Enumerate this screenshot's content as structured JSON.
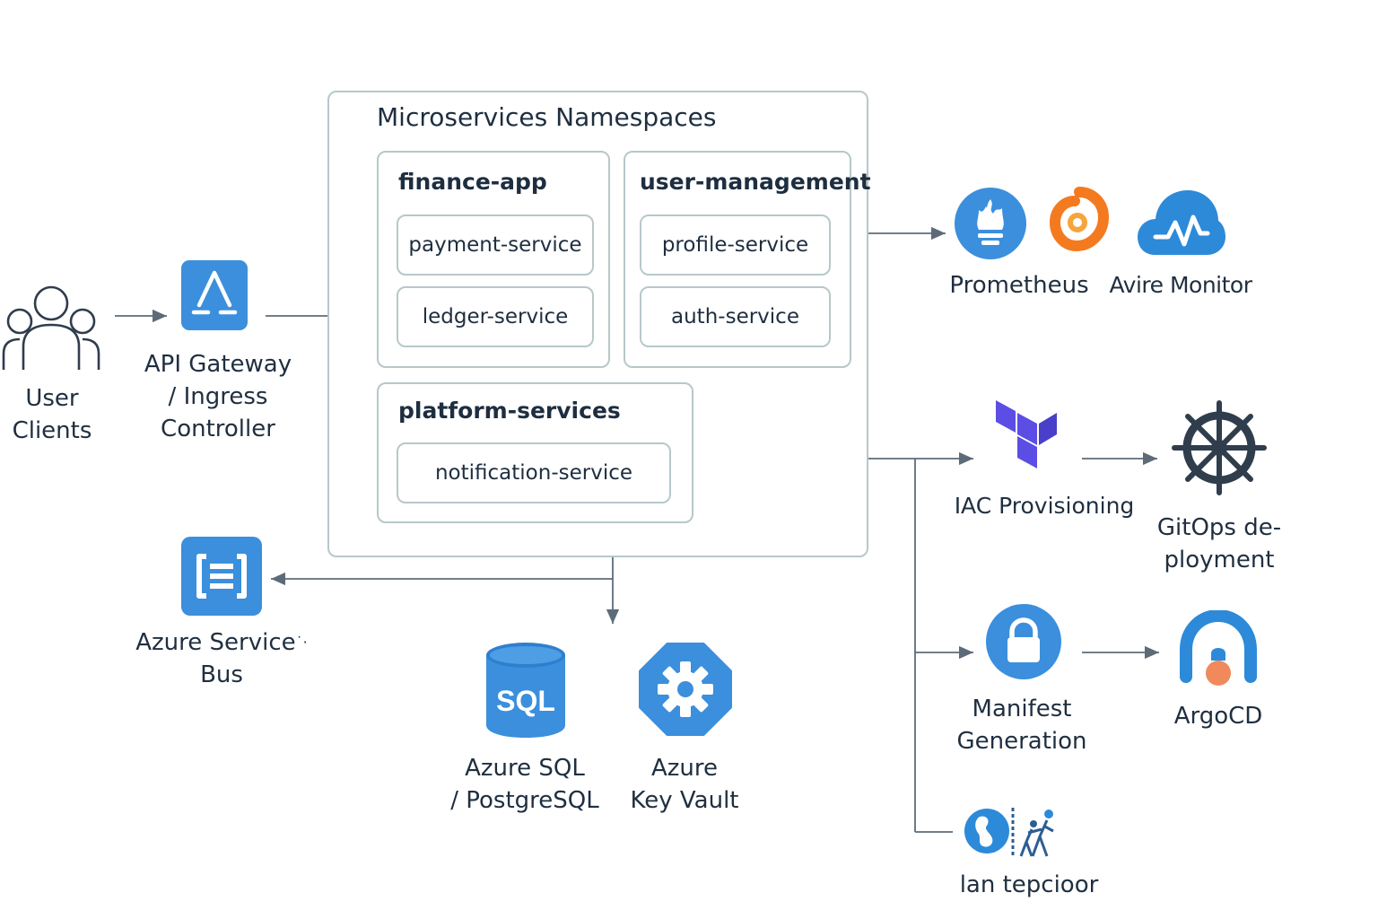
{
  "colors": {
    "accent": "#3b8fdc",
    "line": "#5d6b78",
    "border": "#b7c8c9",
    "text": "#1f2f40",
    "terraform": "#5c4ee5",
    "helm": "#2f3d4d",
    "grafana": "#f47a1f",
    "argo_face": "#f08a5c"
  },
  "clients": {
    "line1": "User",
    "line2": "Clients",
    "icon": "users-icon"
  },
  "gateway": {
    "line1": "API Gateway",
    "line2": "/ Ingress",
    "line3": "Controller",
    "icon": "gateway-icon"
  },
  "namespaces": {
    "title": "Microservices Namespaces",
    "finance": {
      "title": "finance-app",
      "services": [
        "payment-service",
        "ledger-service"
      ]
    },
    "users": {
      "title": "user-management",
      "services": [
        "profile-service",
        "auth-service"
      ]
    },
    "platform": {
      "title": "platform-services",
      "services": [
        "notification-service"
      ]
    }
  },
  "monitoring": {
    "prometheus": "Prometheus",
    "azure_monitor": "Avire Monitor"
  },
  "servicebus": {
    "line1": "Azure Service",
    "line1_suffix": "˙·",
    "line2": "Bus",
    "icon": "servicebus-icon"
  },
  "sql": {
    "line1": "Azure SQL",
    "line2": "/ PostgreSQL",
    "icon_text": "SQL"
  },
  "keyvault": {
    "line1": "Azure",
    "line2": "Key Vault",
    "icon": "gear-icon"
  },
  "iac": {
    "label": "IAC Provisioning",
    "icon": "terraform-icon"
  },
  "gitops": {
    "line1": "GitOps de-",
    "line2": "ployment",
    "icon": "helm-wheel-icon"
  },
  "manifest": {
    "line1": "Manifest",
    "line2": "Generation",
    "icon": "lock-icon"
  },
  "argocd": {
    "label": "ArgoCD",
    "icon": "argocd-icon"
  },
  "misc": {
    "label": "lan tepcioor"
  }
}
